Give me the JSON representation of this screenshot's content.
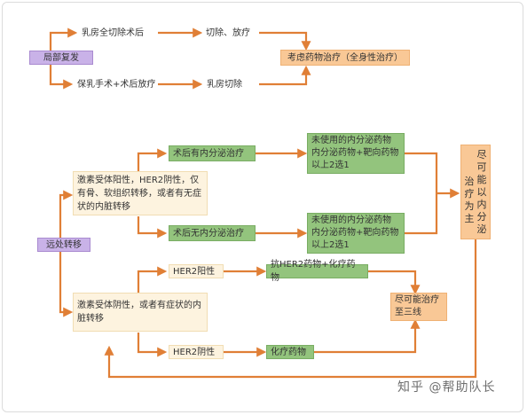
{
  "colors": {
    "arrow": "#e07f36",
    "purple": "#c9b2e8",
    "cream": "#fdf3df",
    "peach": "#f9c896",
    "green": "#93c47d"
  },
  "local": {
    "label": "局部复发",
    "branch_top": "乳房全切除术后",
    "branch_top_next": "切除、放疗",
    "branch_bottom": "保乳手术+术后放疗",
    "branch_bottom_next": "乳房切除",
    "result": "考虑药物治疗（全身性治疗）"
  },
  "distant": {
    "label": "远处转移",
    "positive": {
      "desc": "激素受体阳性，HER2阴性，仅有骨、软组织转移，或者有无症状的内脏转移",
      "with_endo": "术后有内分泌治疗",
      "with_endo_drug": "未使用的内分泌药物\n内分泌药物+靶向药物\n以上2选1",
      "without_endo": "术后无内分泌治疗",
      "without_endo_drug": "未使用的内分泌药物\n内分泌药物+靶向药物\n以上2选1",
      "result_col1": "尽可能以内分泌",
      "result_col2": "治疗为主"
    },
    "negative": {
      "desc": "激素受体阴性，或者有症状的内脏转移",
      "her2_pos": "HER2阳性",
      "her2_pos_drug": "抗HER2药物+化疗药物",
      "her2_neg": "HER2阴性",
      "her2_neg_drug": "化疗药物",
      "result": "尽可能治疗\n至三线"
    }
  },
  "watermark": "知乎 @帮助队长"
}
